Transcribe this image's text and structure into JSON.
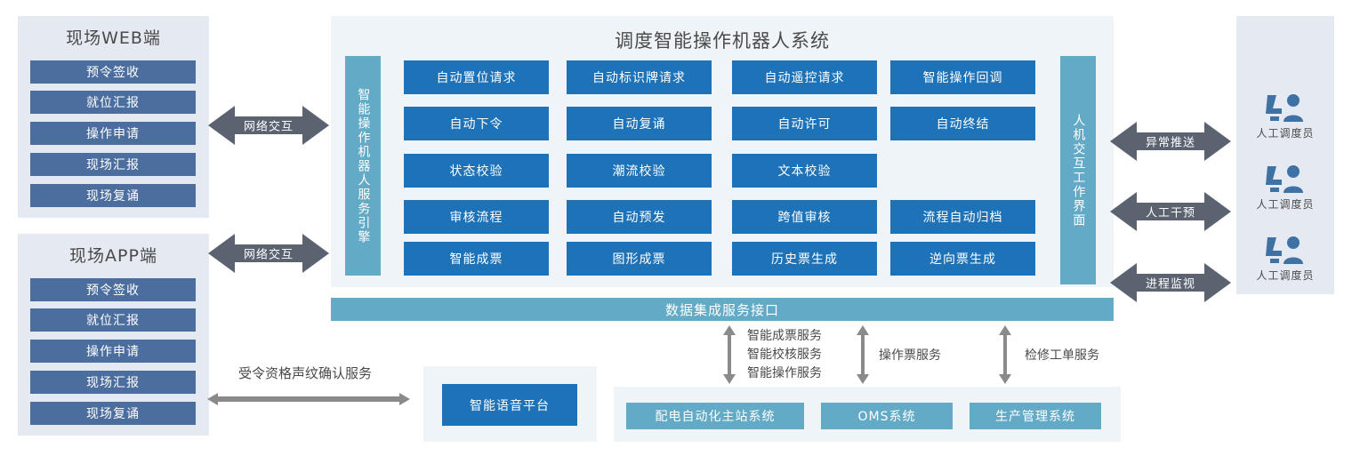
{
  "colors": {
    "primary_blue": "#1e72b8",
    "light_blue": "#63aac6",
    "client_button_blue": "#4c6e9e",
    "panel_bg": "#e4e9f2",
    "pale_bg": "#eef4f7",
    "arrow_gray": "#5b6270",
    "thin_arrow_gray": "#8a8a8a"
  },
  "web_client": {
    "title": "现场WEB端",
    "items": [
      "预令签收",
      "就位汇报",
      "操作申请",
      "现场汇报",
      "现场复诵"
    ]
  },
  "app_client": {
    "title": "现场APP端",
    "items": [
      "预令签收",
      "就位汇报",
      "操作申请",
      "现场汇报",
      "现场复诵"
    ]
  },
  "network_arrows": [
    {
      "label": "网络交互"
    },
    {
      "label": "网络交互"
    }
  ],
  "center": {
    "title": "调度智能操作机器人系统",
    "left_bar": "智能操作机器人服务引擎",
    "right_bar": "人机交互工作界面",
    "grid_rows": [
      [
        "自动置位请求",
        "自动标识牌请求",
        "自动遥控请求",
        "智能操作回调"
      ],
      [
        "自动下令",
        "自动复诵",
        "自动许可",
        "自动终结"
      ],
      [
        "状态校验",
        "潮流校验",
        "文本校验",
        ""
      ],
      [
        "审核流程",
        "自动预发",
        "跨值审核",
        "流程自动归档"
      ],
      [
        "智能成票",
        "图形成票",
        "历史票生成",
        "逆向票生成"
      ]
    ]
  },
  "data_bus": {
    "label": "数据集成服务接口"
  },
  "interaction_arrows": [
    {
      "label": "异常推送"
    },
    {
      "label": "人工干预"
    },
    {
      "label": "进程监视"
    }
  ],
  "operators": {
    "items": [
      {
        "label": "人工调度员",
        "icon": "operator-desk-icon"
      },
      {
        "label": "人工调度员",
        "icon": "operator-desk-icon"
      },
      {
        "label": "人工调度员",
        "icon": "operator-desk-icon"
      }
    ]
  },
  "service_links": [
    {
      "lines": [
        "智能成票服务",
        "智能校核服务",
        "智能操作服务"
      ]
    },
    {
      "lines": [
        "操作票服务"
      ]
    },
    {
      "lines": [
        "检修工单服务"
      ]
    }
  ],
  "bottom_systems": {
    "items": [
      "配电自动化主站系统",
      "OMS系统",
      "生产管理系统"
    ]
  },
  "voice": {
    "arrow_label": "受令资格声纹确认服务",
    "platform": "智能语音平台"
  }
}
